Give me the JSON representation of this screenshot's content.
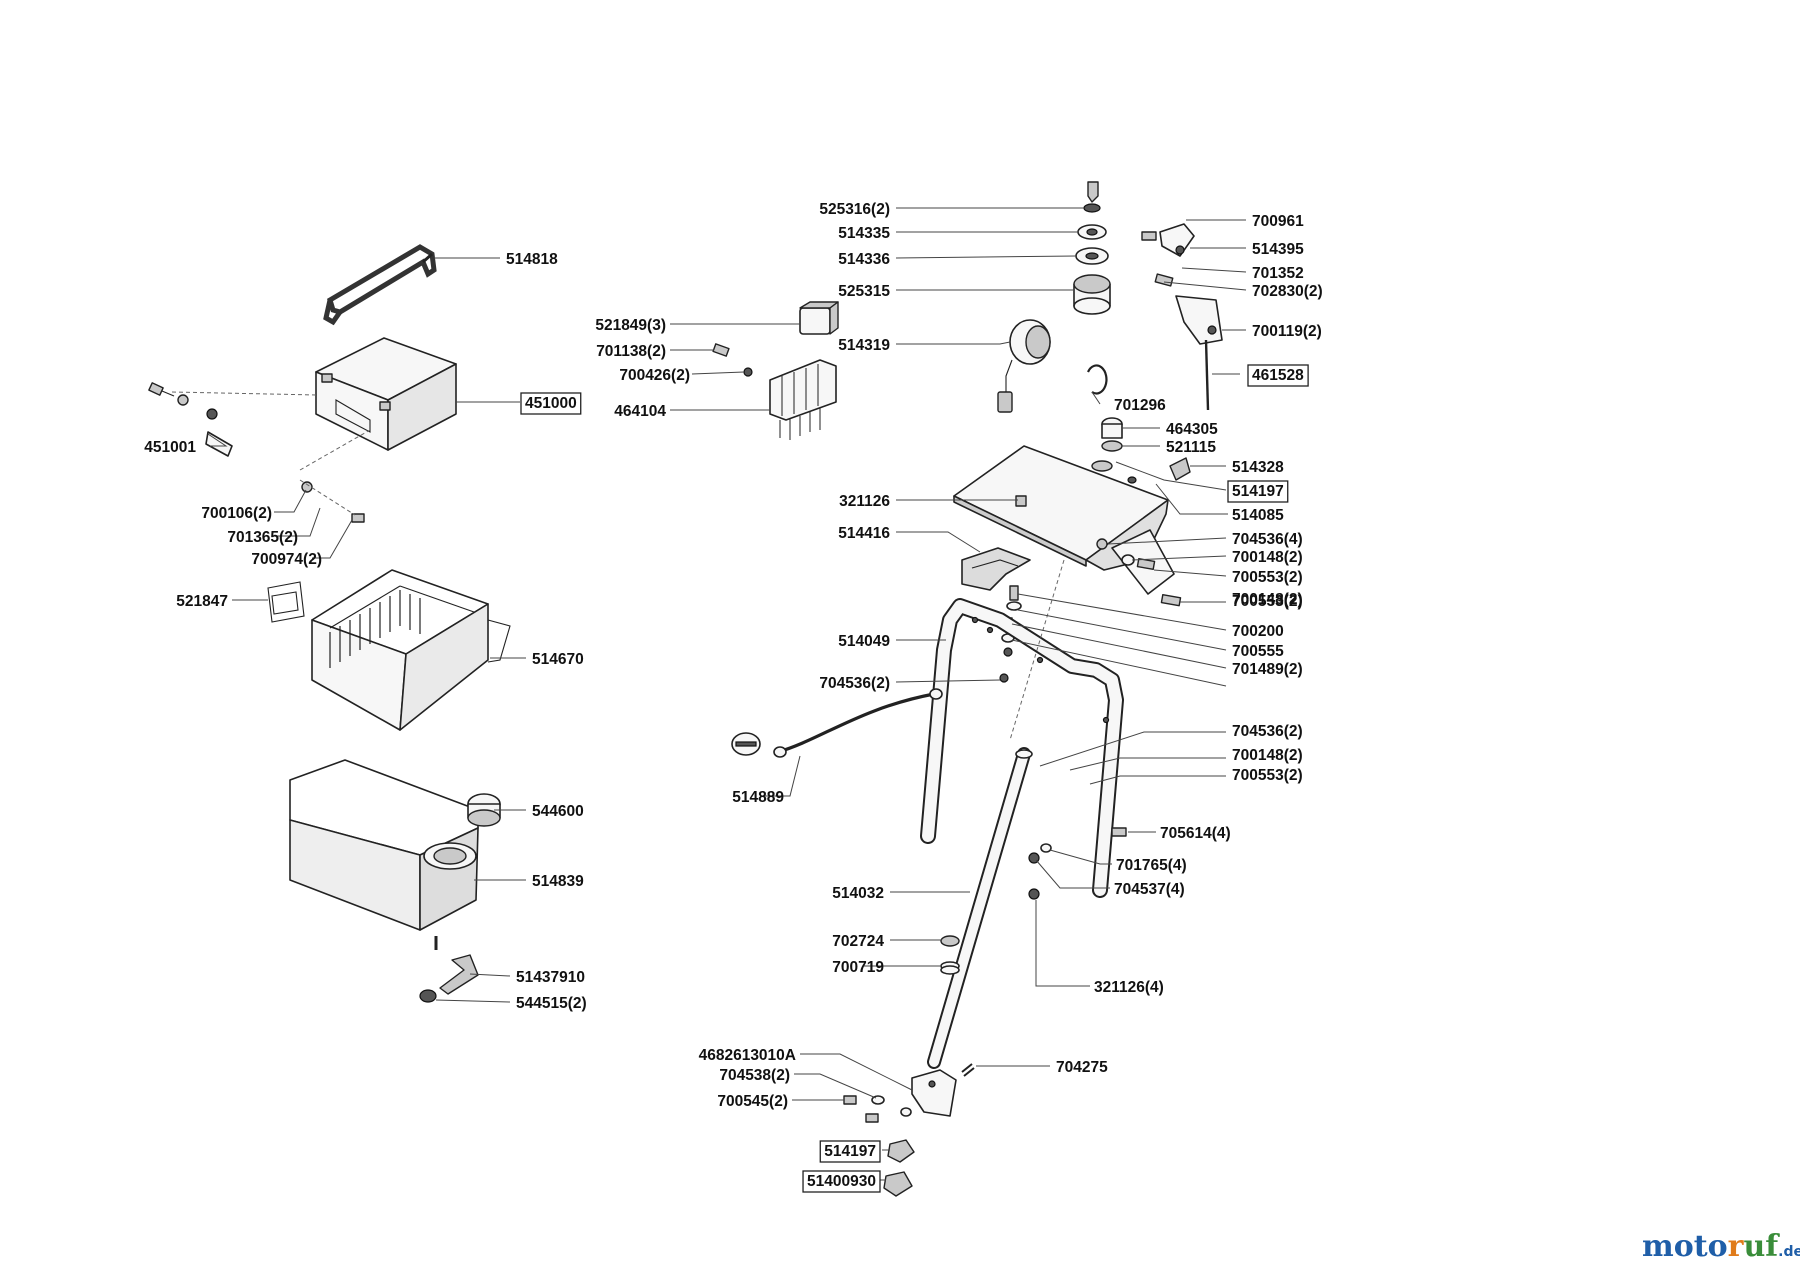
{
  "parts": [
    {
      "id": "514818",
      "boxed": false
    },
    {
      "id": "451000",
      "boxed": true
    },
    {
      "id": "451001",
      "boxed": false
    },
    {
      "id": "700106(2)",
      "boxed": false
    },
    {
      "id": "701365(2)",
      "boxed": false
    },
    {
      "id": "700974(2)",
      "boxed": false
    },
    {
      "id": "521847",
      "boxed": false
    },
    {
      "id": "514670",
      "boxed": false
    },
    {
      "id": "544600",
      "boxed": false
    },
    {
      "id": "514839",
      "boxed": false
    },
    {
      "id": "51437910",
      "boxed": false
    },
    {
      "id": "544515(2)",
      "boxed": false
    },
    {
      "id": "525316(2)",
      "boxed": false
    },
    {
      "id": "514335",
      "boxed": false
    },
    {
      "id": "514336",
      "boxed": false
    },
    {
      "id": "525315",
      "boxed": false
    },
    {
      "id": "521849(3)",
      "boxed": false
    },
    {
      "id": "701138(2)",
      "boxed": false
    },
    {
      "id": "700426(2)",
      "boxed": false
    },
    {
      "id": "464104",
      "boxed": false
    },
    {
      "id": "514319",
      "boxed": false
    },
    {
      "id": "701296",
      "boxed": false
    },
    {
      "id": "700961",
      "boxed": false
    },
    {
      "id": "514395",
      "boxed": false
    },
    {
      "id": "701352",
      "boxed": false
    },
    {
      "id": "702830(2)",
      "boxed": false
    },
    {
      "id": "700119(2)",
      "boxed": false
    },
    {
      "id": "461528",
      "boxed": true
    },
    {
      "id": "464305",
      "boxed": false
    },
    {
      "id": "521115",
      "boxed": false
    },
    {
      "id": "514328",
      "boxed": false
    },
    {
      "id": "514197",
      "boxed": true
    },
    {
      "id": "321126",
      "boxed": false
    },
    {
      "id": "514085",
      "boxed": false
    },
    {
      "id": "514416",
      "boxed": false
    },
    {
      "id": "704536(4)",
      "boxed": false
    },
    {
      "id": "700148(2)",
      "boxed": false
    },
    {
      "id": "700553(2)",
      "boxed": false
    },
    {
      "id": "700200",
      "boxed": false
    },
    {
      "id": "700555",
      "boxed": false
    },
    {
      "id": "701489(2)",
      "boxed": false
    },
    {
      "id": "514049",
      "boxed": false
    },
    {
      "id": "704536(2)",
      "boxed": false
    },
    {
      "id": "514889",
      "boxed": false
    },
    {
      "id": "705614(4)",
      "boxed": false
    },
    {
      "id": "701765(4)",
      "boxed": false
    },
    {
      "id": "704537(4)",
      "boxed": false
    },
    {
      "id": "514032",
      "boxed": false
    },
    {
      "id": "702724",
      "boxed": false
    },
    {
      "id": "700719",
      "boxed": false
    },
    {
      "id": "321126(4)",
      "boxed": false
    },
    {
      "id": "4682613010A",
      "boxed": false
    },
    {
      "id": "704538(2)",
      "boxed": false
    },
    {
      "id": "700545(2)",
      "boxed": false
    },
    {
      "id": "704275",
      "boxed": false
    },
    {
      "id": "51400930",
      "boxed": true
    }
  ],
  "watermark": {
    "brand": "motoruf",
    "suffix": ".de",
    "colors": [
      "#1f5ea8",
      "#e07b1a",
      "#3a8d3a"
    ]
  }
}
